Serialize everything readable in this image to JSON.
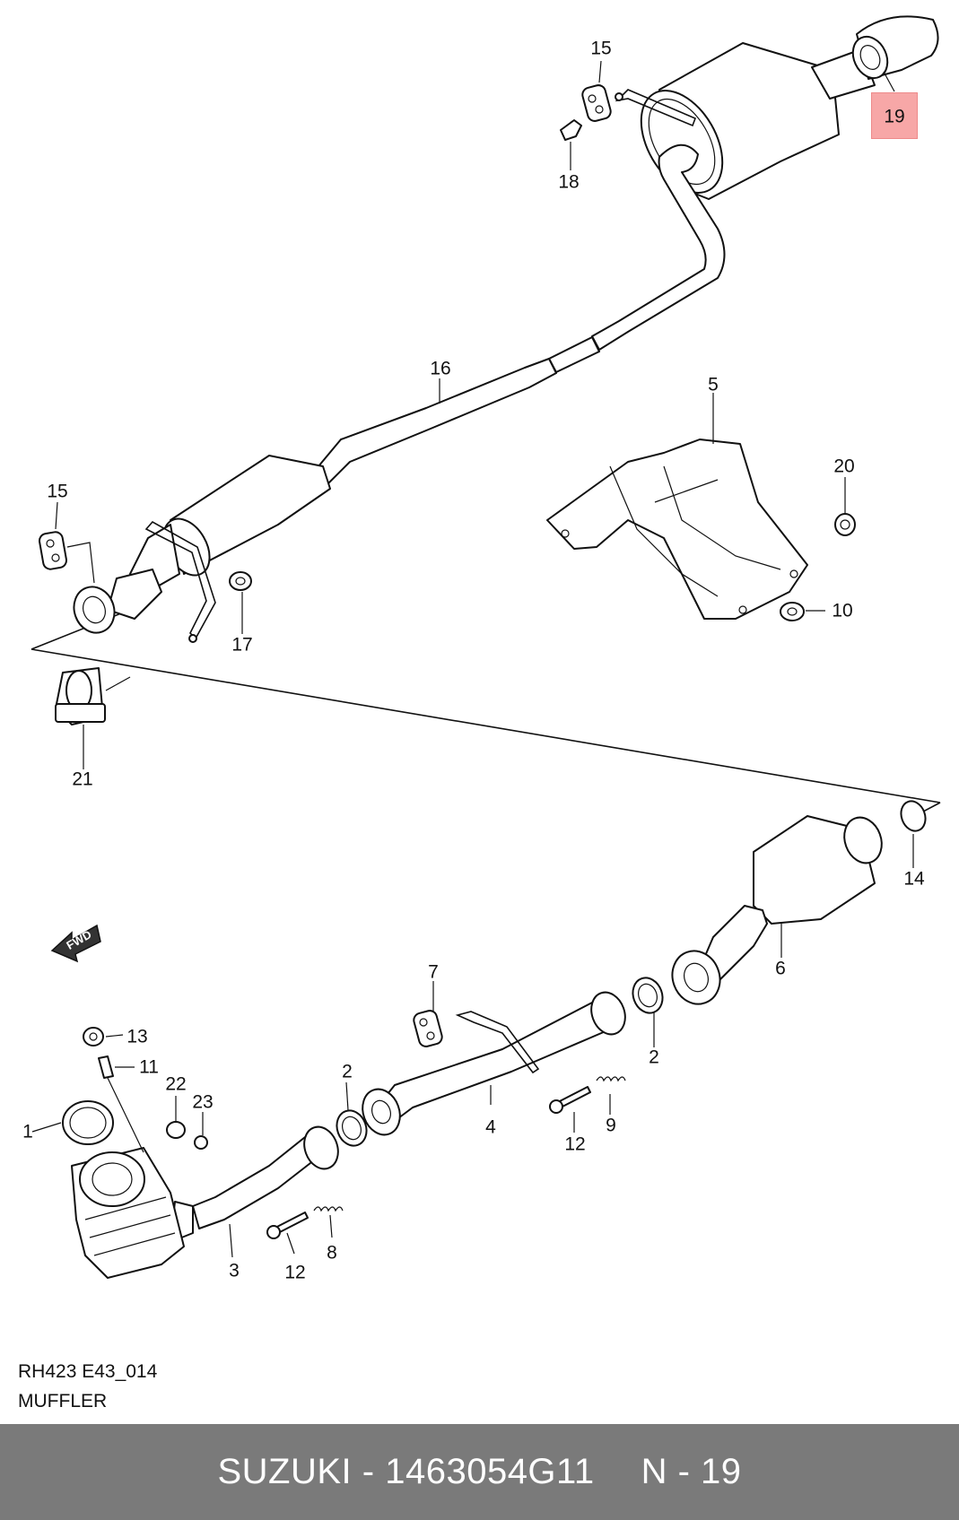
{
  "callouts": {
    "c1": "1",
    "c2a": "2",
    "c2b": "2",
    "c3": "3",
    "c4": "4",
    "c5": "5",
    "c6": "6",
    "c7": "7",
    "c8": "8",
    "c9": "9",
    "c10": "10",
    "c11": "11",
    "c12a": "12",
    "c12b": "12",
    "c13": "13",
    "c14": "14",
    "c15a": "15",
    "c15b": "15",
    "c16": "16",
    "c17": "17",
    "c18": "18",
    "c19": "19",
    "c20": "20",
    "c21": "21",
    "c22": "22",
    "c23": "23"
  },
  "highlight_color": "#f7a7a7",
  "fwd_label": "FWD",
  "diagram_code": "RH423 E43_014",
  "diagram_title": "MUFFLER",
  "footer": {
    "brand_part": "SUZUKI - 1463054G11",
    "ref": "N - 19",
    "bar_color": "#7a7a7a"
  }
}
